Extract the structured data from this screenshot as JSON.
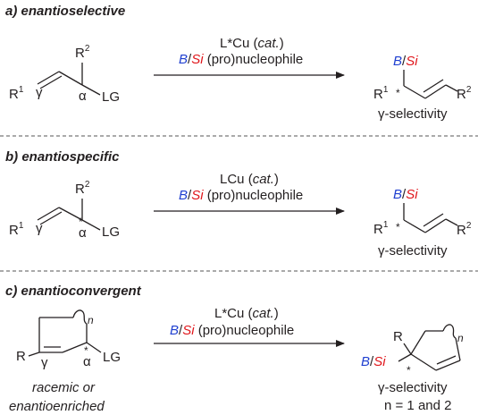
{
  "sections": [
    {
      "heading": "a) enantioselective",
      "catalyst": "L*Cu",
      "catalyst_note": "cat.",
      "reagent_b": "B",
      "reagent_si": "Si",
      "reagent_rest": "(pro)nucleophile",
      "selectivity": "γ-selectivity"
    },
    {
      "heading": "b) enantiospecific",
      "catalyst": "LCu",
      "catalyst_note": "cat.",
      "reagent_b": "B",
      "reagent_si": "Si",
      "reagent_rest": "(pro)nucleophile",
      "selectivity": "γ-selectivity"
    },
    {
      "heading": "c) enantioconvergent",
      "catalyst": "L*Cu",
      "catalyst_note": "cat.",
      "reagent_b": "B",
      "reagent_si": "Si",
      "reagent_rest": "(pro)nucleophile",
      "selectivity": "γ-selectivity",
      "selectivity_note": "n = 1 and 2",
      "substrate_note_1": "racemic or",
      "substrate_note_2": "enantioenriched"
    }
  ],
  "labels": {
    "r": "R",
    "r1_sup": "1",
    "r2_sup": "2",
    "lg": "LG",
    "gamma": "γ",
    "alpha": "α",
    "star": "*",
    "slash": "/",
    "n": "n"
  },
  "colors": {
    "boron": "#1f3fd0",
    "silicon": "#e0161b",
    "ink": "#231f20",
    "divider": "#555555"
  }
}
